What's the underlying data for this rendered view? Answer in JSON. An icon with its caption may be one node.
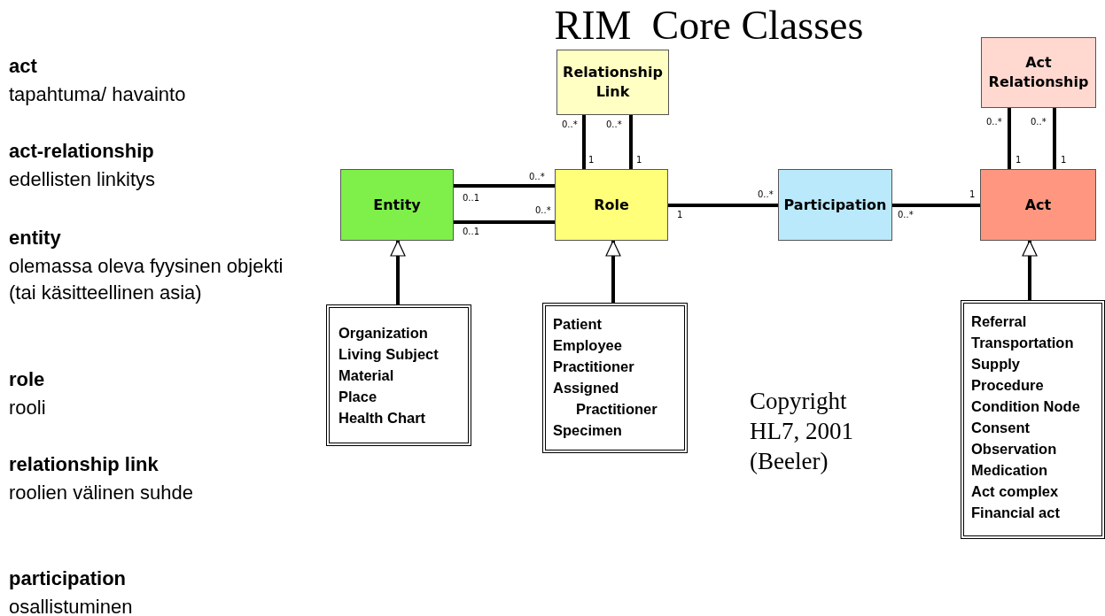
{
  "diagram": {
    "title": "RIM  Core Classes",
    "nodes": [
      {
        "text": [
          "Relationship Link"
        ]
      },
      {
        "text": [
          "Act Relationship"
        ]
      },
      {
        "text": [
          "Entity"
        ]
      },
      {
        "text": [
          "Role"
        ]
      },
      {
        "text": [
          "Participation"
        ]
      },
      {
        "text": [
          "Act"
        ]
      },
      {
        "text": [
          "Organization",
          "Living Subject",
          "Material",
          "Place",
          "Health Chart"
        ]
      },
      {
        "text": [
          "Patient",
          "Employee",
          "Practitioner",
          "Assigned Practitioner",
          "Specimen"
        ]
      },
      {
        "text": [
          "Referral",
          "Transportation",
          "Supply",
          "Procedure",
          "Condition Node",
          "Consent",
          "Observation",
          "Medication",
          "Act complex",
          "Financial act"
        ]
      }
    ],
    "edges": [
      {
        "from": 0,
        "to": 3,
        "arrow": "none"
      },
      {
        "from": 0,
        "to": 3,
        "arrow": "none"
      },
      {
        "from": 1,
        "to": 5,
        "arrow": "none"
      },
      {
        "from": 1,
        "to": 5,
        "arrow": "none"
      },
      {
        "from": 2,
        "to": 3,
        "arrow": "none"
      },
      {
        "from": 2,
        "to": 3,
        "arrow": "none"
      },
      {
        "from": 3,
        "to": 4,
        "arrow": "none"
      },
      {
        "from": 4,
        "to": 5,
        "arrow": "none"
      },
      {
        "from": 6,
        "to": 2,
        "arrow": "to"
      },
      {
        "from": 7,
        "to": 3,
        "arrow": "to"
      },
      {
        "from": 8,
        "to": 5,
        "arrow": "to"
      }
    ],
    "labels": [
      "act",
      "tapahtuma/ havainto",
      "act-relationship",
      "edellisten linkitys",
      "entity",
      "olemassa oleva fyysinen objekti (tai käsitteellinen asia)",
      "role",
      "rooli",
      "relationship link",
      "roolien välinen suhde",
      "participation",
      "osallistuminen",
      "0..*",
      "0..*",
      "0..*",
      "0..*",
      "1",
      "1",
      "1",
      "1",
      "0..*",
      "0..*",
      "0..1",
      "1",
      "0..*",
      "1",
      "0..*",
      "0..1",
      "Copyright HL7, 2001 (Beeler)"
    ]
  }
}
